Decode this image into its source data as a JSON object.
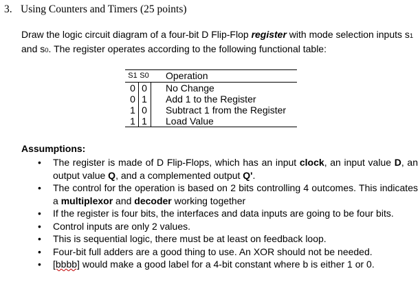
{
  "heading": {
    "number": "3.",
    "title": "Using Counters and Timers (25 points)"
  },
  "intro": {
    "part1": "Draw the logic circuit diagram of a four-bit D Flip-Flop ",
    "keyword": "register",
    "part2": " with mode selection inputs s",
    "sub1": "1",
    "part3": " and s",
    "sub0": "0",
    "part4": ". The register operates according to the following functional table:"
  },
  "table": {
    "header": {
      "s1": "S1",
      "s0": "S0",
      "op": "Operation"
    },
    "rows": [
      {
        "s1": "0",
        "s0": "0",
        "op": "No Change"
      },
      {
        "s1": "0",
        "s0": "1",
        "op": "Add 1 to the Register"
      },
      {
        "s1": "1",
        "s0": "0",
        "op": "Subtract 1 from the Register"
      },
      {
        "s1": "1",
        "s0": "1",
        "op": "Load Value"
      }
    ]
  },
  "assumptions": {
    "title": "Assumptions:",
    "b1": {
      "t1": "The register is made of D Flip-Flops, which has an input ",
      "clock": "clock",
      "t2": ", an input value ",
      "d": "D",
      "t3": ", an output value ",
      "q": "Q",
      "t4": ", and a complemented output ",
      "qp": "Q'",
      "t5": "."
    },
    "b2": {
      "t1": "The control for the operation is based on 2 bits controlling 4 outcomes. This indicates a ",
      "mux": "multiplexor",
      "t2": " and ",
      "dec": "decoder",
      "t3": " working together"
    },
    "b3": "If the register is four bits, the interfaces and data inputs are going to be four bits.",
    "b4": "Control inputs are only 2 values.",
    "b5": "This is sequential logic, there must be at least on feedback loop.",
    "b6": "Four-bit full adders are a good thing to use. An XOR should not be needed.",
    "b7": {
      "code": "[bbbb]",
      "t1": " would make a good label for a 4-bit constant where b is either 1 or 0."
    }
  }
}
